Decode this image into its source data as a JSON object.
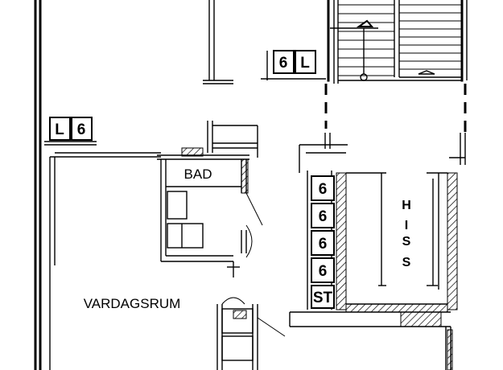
{
  "rooms": {
    "bathroom": "BAD",
    "living_room": "VARDAGSRUM",
    "elevator": [
      "H",
      "I",
      "S",
      "S"
    ]
  },
  "labels": {
    "top_pair": [
      "6",
      "L"
    ],
    "left_pair": [
      "L",
      "6"
    ],
    "stack": [
      "6",
      "6",
      "6",
      "6"
    ],
    "stack_bottom": "ST"
  }
}
